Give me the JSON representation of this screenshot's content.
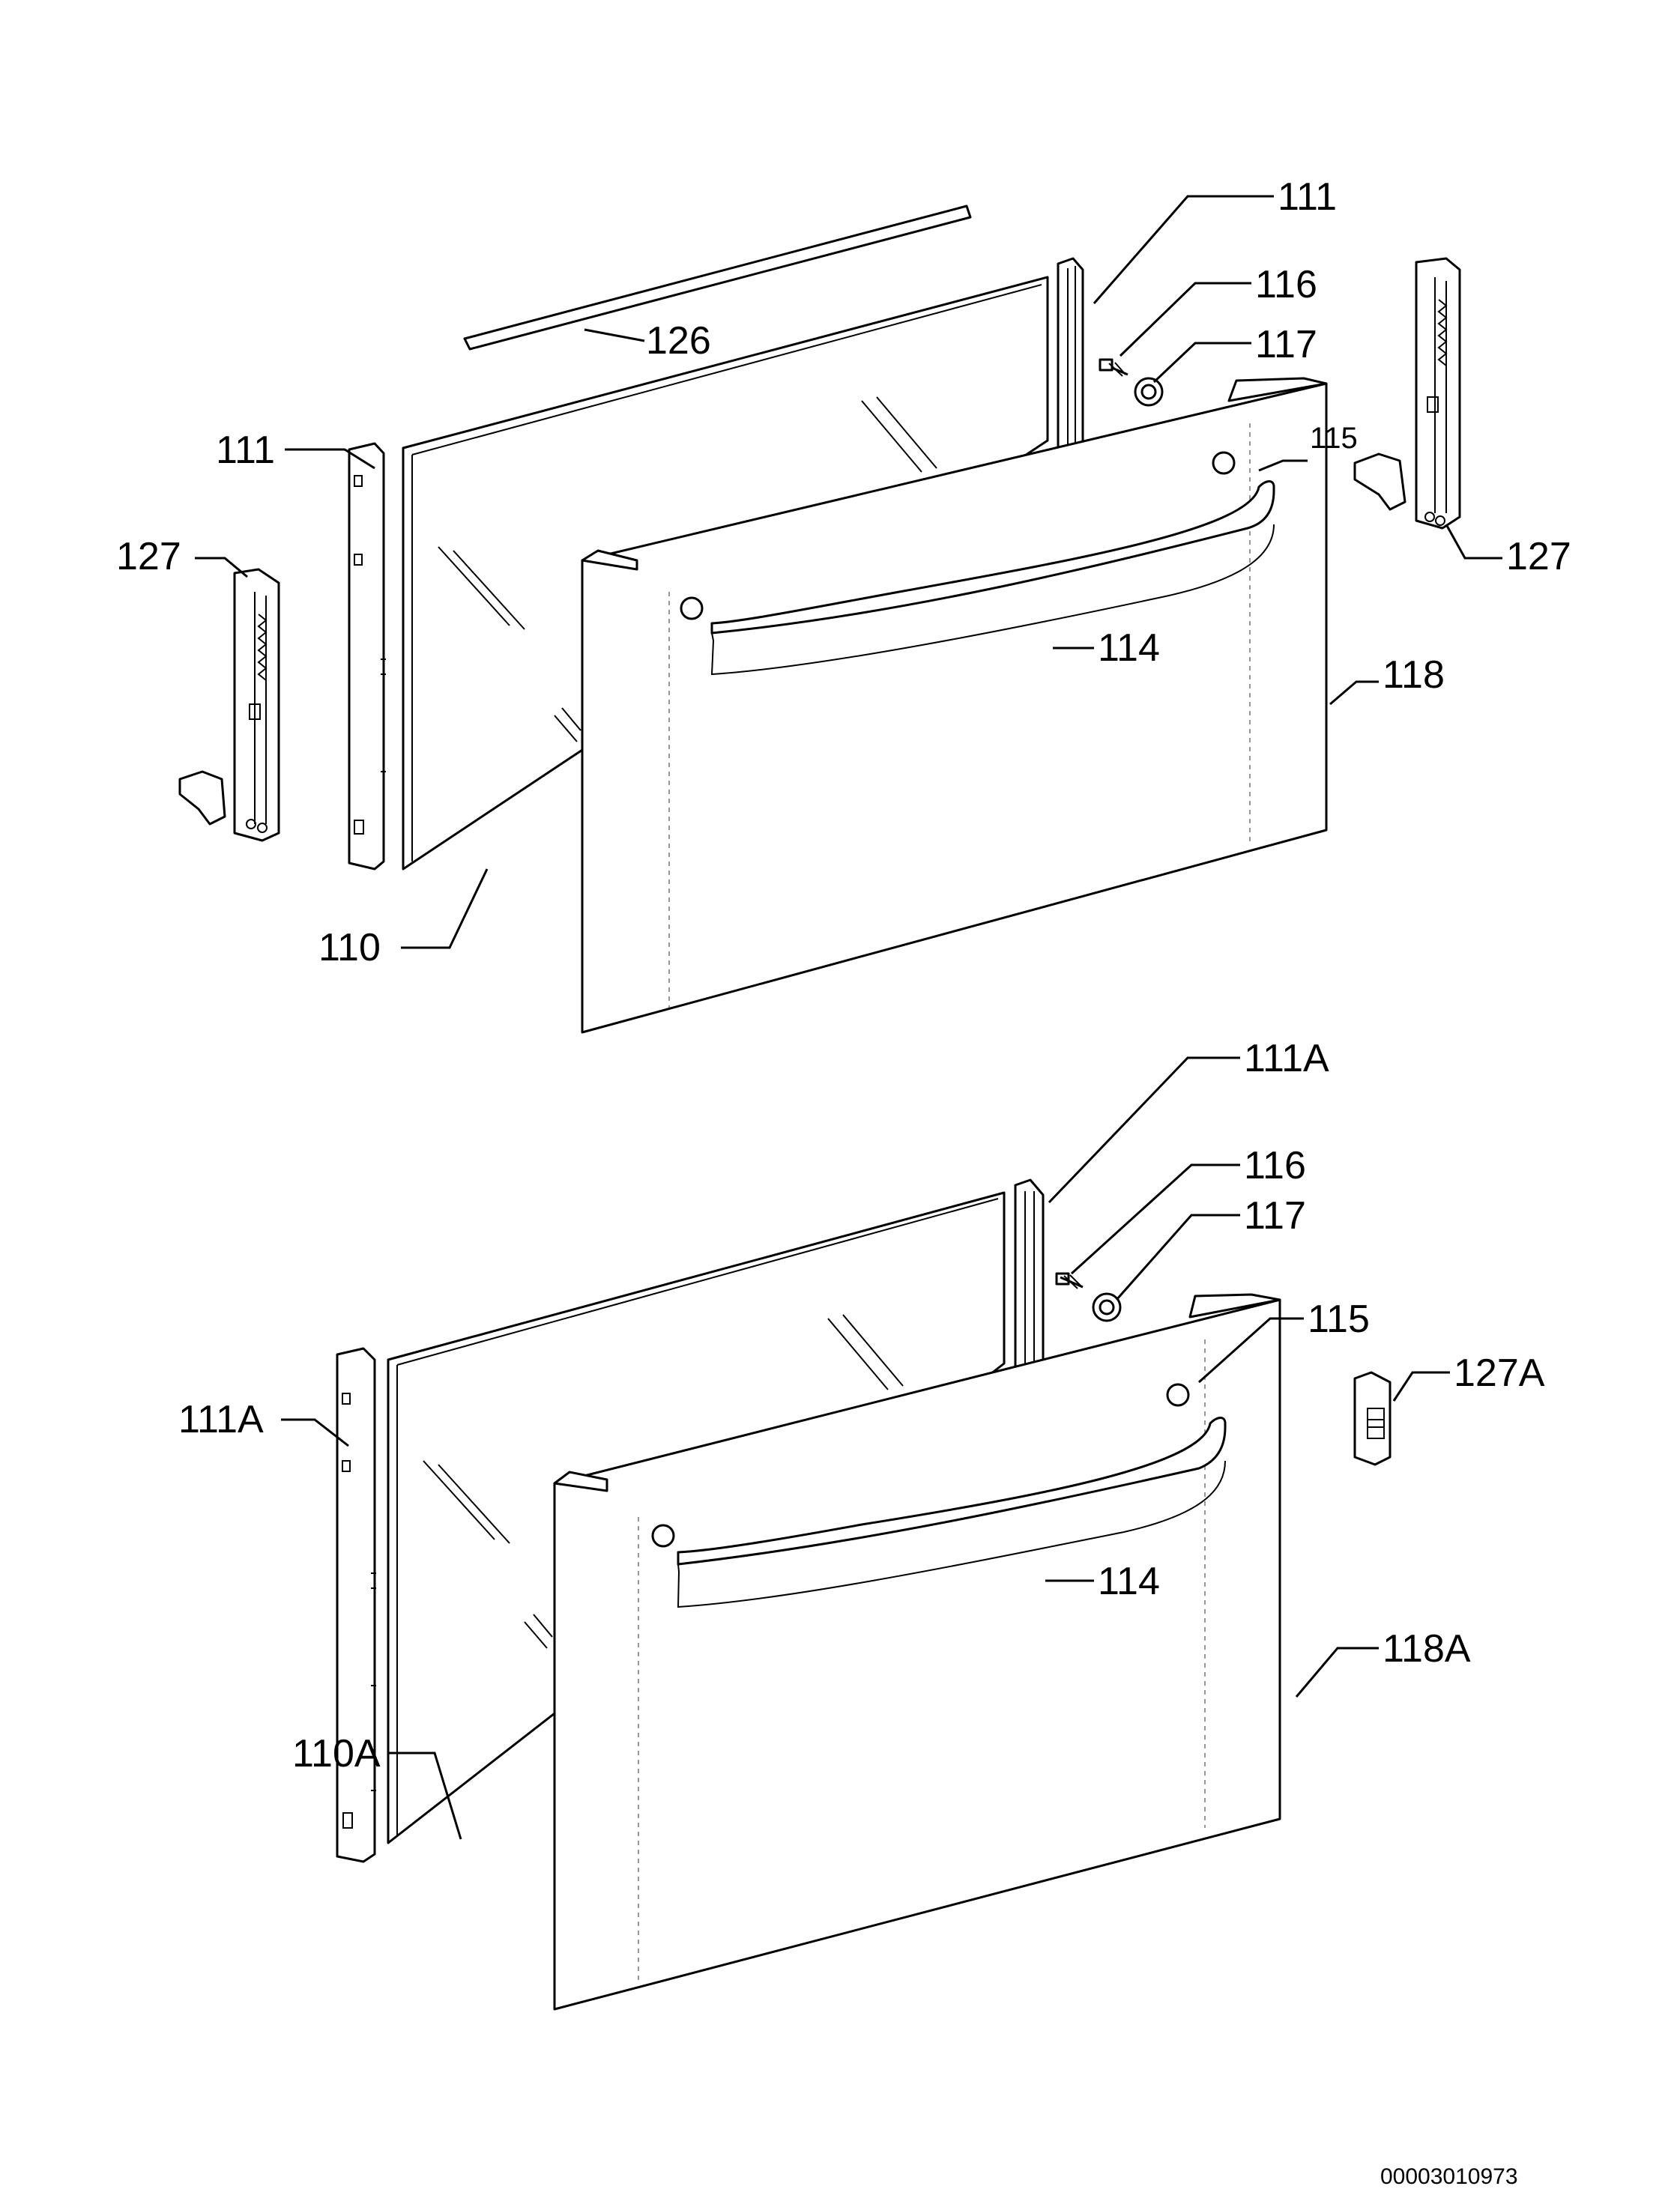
{
  "labels": {
    "l111_top_right": "111",
    "l116_top": "116",
    "l117_top": "117",
    "l126": "126",
    "l111_top_left": "111",
    "l115_top": "115",
    "l127_left": "127",
    "l127_right": "127",
    "l114_top": "114",
    "l118": "118",
    "l110": "110",
    "l111A_top": "111A",
    "l116_bottom": "116",
    "l117_bottom": "117",
    "l115_bottom": "115",
    "l127A": "127A",
    "l111A_left": "111A",
    "l114_bottom": "114",
    "l118A": "118A",
    "l110A": "110A"
  },
  "drawing_code": "00003010973"
}
